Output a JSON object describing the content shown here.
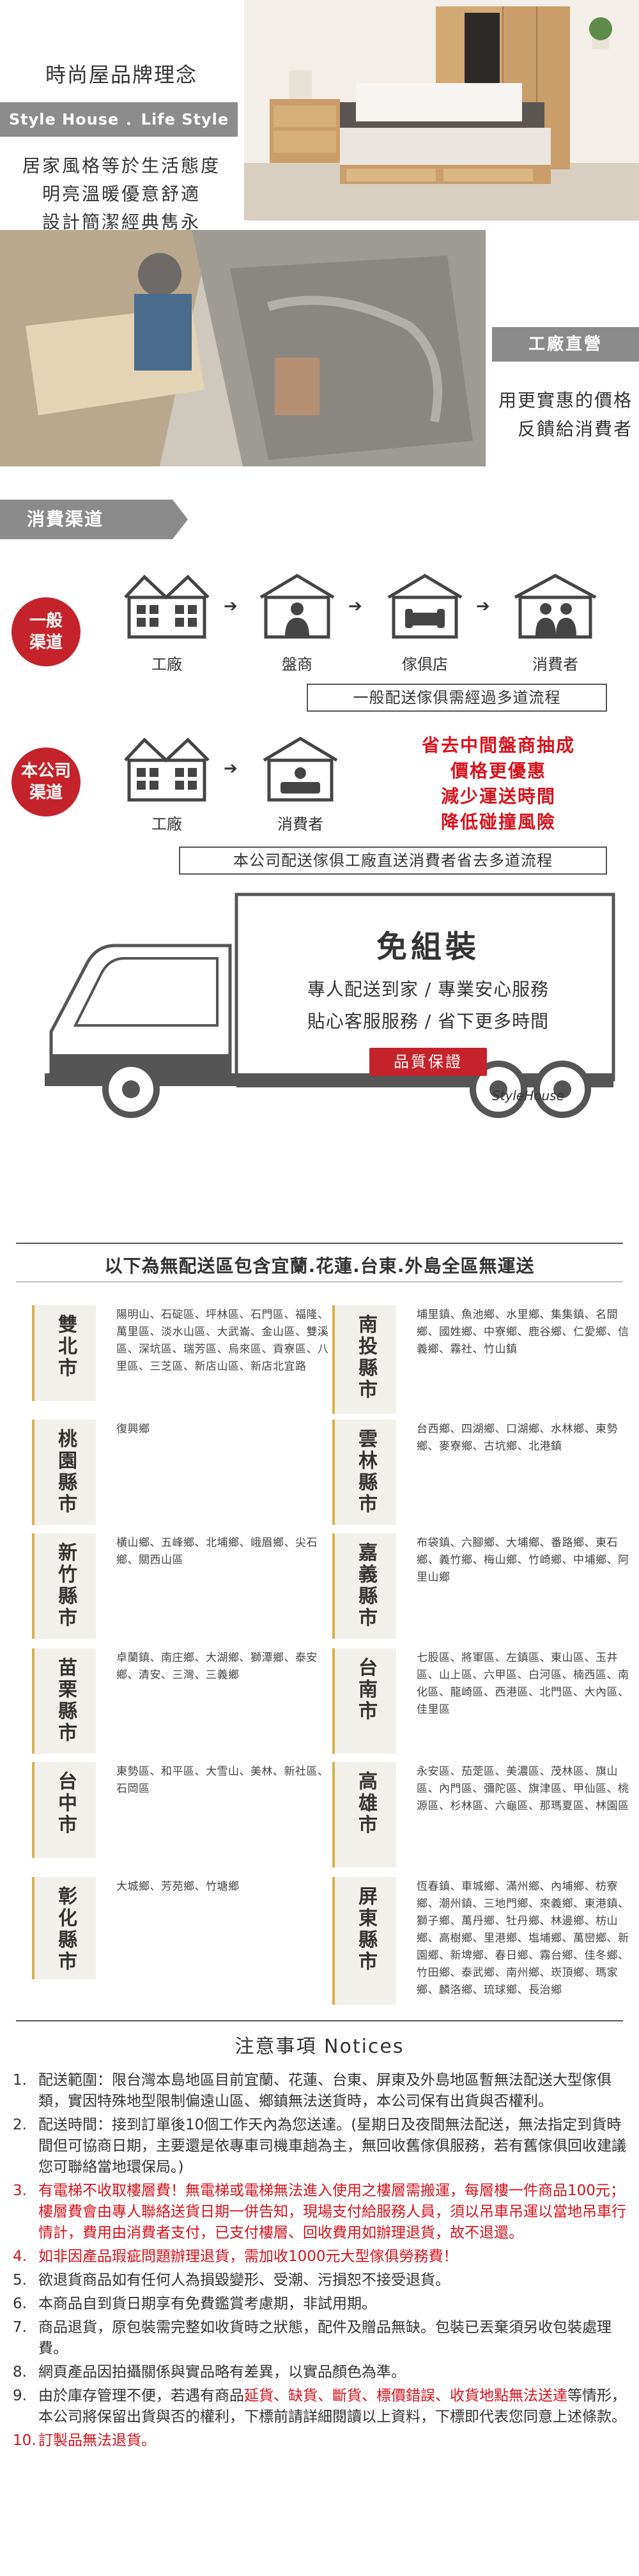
{
  "brand": {
    "title": "時尚屋品牌理念",
    "band": "Style House ．Life Style",
    "lines": [
      "居家風格等於生活態度",
      "明亮溫暖優意舒適",
      "設計簡潔經典雋永"
    ]
  },
  "factory": {
    "badge": "工廠直營",
    "lines": [
      "用更實惠的價格",
      "反饋給消費者"
    ]
  },
  "channel": {
    "section_title": "消費渠道",
    "general": {
      "badge": [
        "一般",
        "渠道"
      ],
      "labels": [
        "工廠",
        "盤商",
        "傢俱店",
        "消費者"
      ],
      "note": "一般配送傢俱需經過多道流程"
    },
    "company": {
      "badge": [
        "本公司",
        "渠道"
      ],
      "labels": [
        "工廠",
        "消費者"
      ],
      "claims": [
        "省去中間盤商抽成",
        "價格更優惠",
        "減少運送時間",
        "降低碰撞風險"
      ],
      "note": "本公司配送傢俱工廠直送消費者省去多道流程"
    }
  },
  "truck": {
    "title": "免組裝",
    "lines": [
      "專人配送到家 / 專業安心服務",
      "貼心客服服務 / 省下更多時間"
    ],
    "quality": "品質保證",
    "brand": "StyleHouse"
  },
  "area": {
    "heading": "以下為無配送區包含宜蘭.花蓮.台東.外島全區無運送",
    "regions": [
      {
        "name": "雙北市",
        "towns": "陽明山、石碇區、坪林區、石門區、福隆、萬里區、淡水山區、大武崙、金山區、雙溪區、深坑區、瑞芳區、烏來區、貢寮區、八里區、三芝區、新店山區、新店北宜路"
      },
      {
        "name": "南投縣市",
        "towns": "埔里鎮、魚池鄉、水里鄉、集集鎮、名間鄉、國姓鄉、中寮鄉、鹿谷鄉、仁愛鄉、信義鄉、霧社、竹山鎮"
      },
      {
        "name": "桃園縣市",
        "towns": "復興鄉"
      },
      {
        "name": "雲林縣市",
        "towns": "台西鄉、四湖鄉、口湖鄉、水林鄉、東勢鄉、麥寮鄉、古坑鄉、北港鎮"
      },
      {
        "name": "新竹縣市",
        "towns": "橫山鄉、五峰鄉、北埔鄉、峨眉鄉、尖石鄉、關西山區"
      },
      {
        "name": "嘉義縣市",
        "towns": "布袋鎮、六腳鄉、大埔鄉、番路鄉、東石鄉、義竹鄉、梅山鄉、竹崎鄉、中埔鄉、阿里山鄉"
      },
      {
        "name": "苗栗縣市",
        "towns": "卓蘭鎮、南庄鄉、大湖鄉、獅潭鄉、泰安鄉、清安、三灣、三義鄉"
      },
      {
        "name": "台南市",
        "towns": "七股區、將軍區、左鎮區、東山區、玉井區、山上區、六甲區、白河區、楠西區、南化區、龍崎區、西港區、北門區、大內區、佳里區"
      },
      {
        "name": "台中市",
        "towns": "東勢區、和平區、大雪山、美林、新社區、石岡區"
      },
      {
        "name": "高雄市",
        "towns": "永安區、茄萣區、美濃區、茂林區、旗山區、內門區、彌陀區、旗津區、甲仙區、桃源區、杉林區、六龜區、那瑪夏區、林園區"
      },
      {
        "name": "彰化縣市",
        "towns": "大城鄉、芳苑鄉、竹塘鄉"
      },
      {
        "name": "屏東縣市",
        "towns": "恆春鎮、車城鄉、滿州鄉、內埔鄉、枋寮鄉、潮州鎮、三地門鄉、來義鄉、東港鎮、獅子鄉、萬丹鄉、牡丹鄉、林邊鄉、枋山鄉、高樹鄉、里港鄉、塩埔鄉、萬巒鄉、新園鄉、新埤鄉、春日鄉、霧台鄉、佳冬鄉、竹田鄉、泰武鄉、南州鄉、崁頂鄉、瑪家鄉、麟洛鄉、琉球鄉、長治鄉"
      }
    ]
  },
  "notices": {
    "heading": "注意事項 Notices",
    "items": [
      {
        "n": "1.",
        "text": "配送範圍：限台灣本島地區目前宜蘭、花蓮、台東、屏東及外島地區暫無法配送大型傢俱類，實因特殊地型限制偏遠山區、鄉鎮無法送貨時，本公司保有出貨與否權利。",
        "red": false
      },
      {
        "n": "2.",
        "text": "配送時間：接到訂單後10個工作天內為您送達。(星期日及夜間無法配送，無法指定到貨時間但可協商日期，主要還是依專車司機車趟為主，無回收舊傢俱服務，若有舊傢俱回收建議您可聯絡當地環保局。)",
        "red": false
      },
      {
        "n": "3.",
        "text": "有電梯不收取樓層費！無電梯或電梯無法進入使用之樓層需搬運，每層樓一件商品100元；樓層費會由專人聯絡送貨日期一併告知，現場支付給服務人員，須以吊車吊運以當地吊車行情計，費用由消費者支付，已支付樓層、回收費用如辦理退貨，故不退還。",
        "red": true
      },
      {
        "n": "4.",
        "text": "如非因產品瑕疵問題辦理退貨，需加收1000元大型傢俱勞務費！",
        "red": true
      },
      {
        "n": "5.",
        "text": "欲退貨商品如有任何人為損毀變形、受潮、污損恕不接受退貨。",
        "red": false
      },
      {
        "n": "6.",
        "text": "本商品自到貨日期享有免費鑑賞考慮期，非試用期。",
        "red": false
      },
      {
        "n": "7.",
        "text": "商品退貨，原包裝需完整如收貨時之狀態，配件及贈品無缺。包裝已丟棄須另收包裝處理費。",
        "red": false
      },
      {
        "n": "8.",
        "text": "網頁產品因拍攝關係與實品略有差異，以實品顏色為準。",
        "red": false
      },
      {
        "n": "9.",
        "text": "由於庫存管理不便，若遇有商品延貨、缺貨、斷貨、標價錯誤、收貨地點無法送達等情形，本公司將保留出貨與否的權利，下標前請詳細閱讀以上資料，下標即代表您同意上述條款。",
        "red": false,
        "highlight": "延貨、缺貨、斷貨、標價錯誤、收貨地點無法送達"
      },
      {
        "n": "10.",
        "text": "訂製品無法退貨。",
        "red": true
      }
    ]
  }
}
